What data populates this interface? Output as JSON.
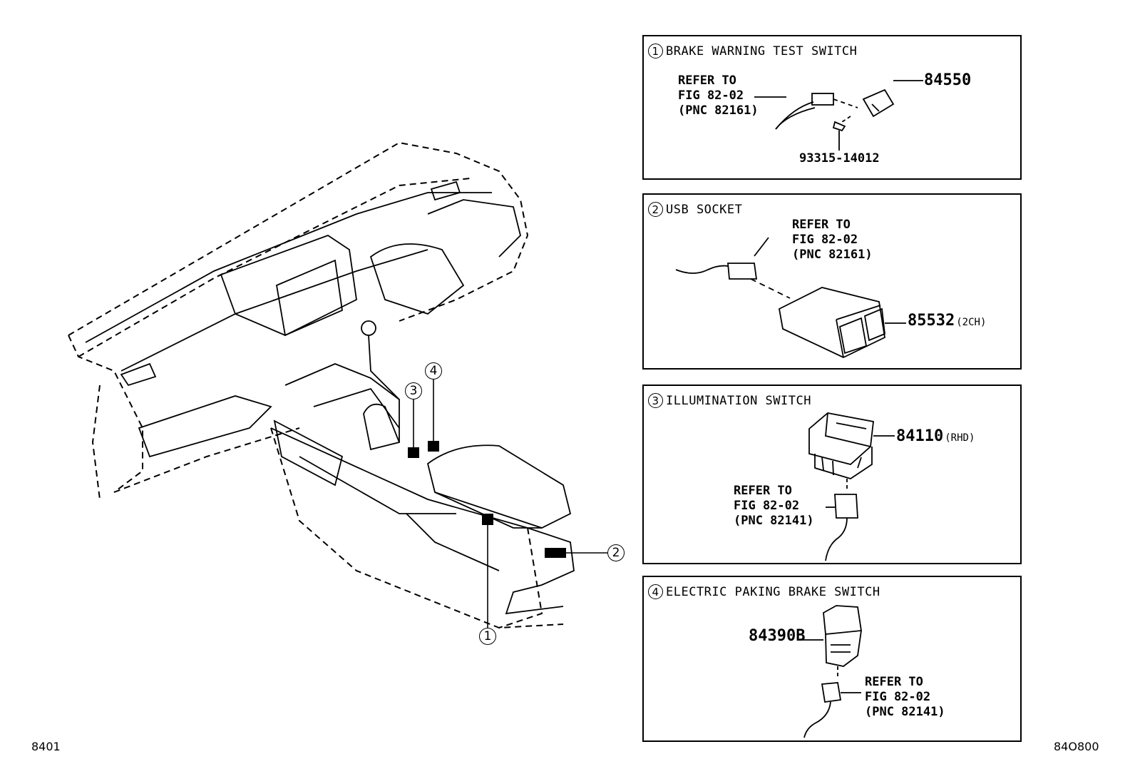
{
  "diagram": {
    "left_code": "8401",
    "right_code": "84O800",
    "callouts": [
      "1",
      "2",
      "3",
      "4"
    ]
  },
  "panels": [
    {
      "number": "1",
      "title": "BRAKE WARNING TEST SWITCH",
      "refer": "REFER TO\nFIG 82-02\n(PNC 82161)",
      "part_numbers": [
        "84550",
        "93315-14012"
      ]
    },
    {
      "number": "2",
      "title": "USB SOCKET",
      "refer": "REFER TO\nFIG 82-02\n(PNC 82161)",
      "part_number": "85532",
      "part_suffix": "(2CH)"
    },
    {
      "number": "3",
      "title": "ILLUMINATION SWITCH",
      "refer": "REFER TO\nFIG 82-02\n(PNC 82141)",
      "part_number": "84110",
      "part_suffix": "(RHD)"
    },
    {
      "number": "4",
      "title": "ELECTRIC PAKING BRAKE SWITCH",
      "refer": "REFER TO\nFIG 82-02\n(PNC 82141)",
      "part_number": "84390B"
    }
  ]
}
